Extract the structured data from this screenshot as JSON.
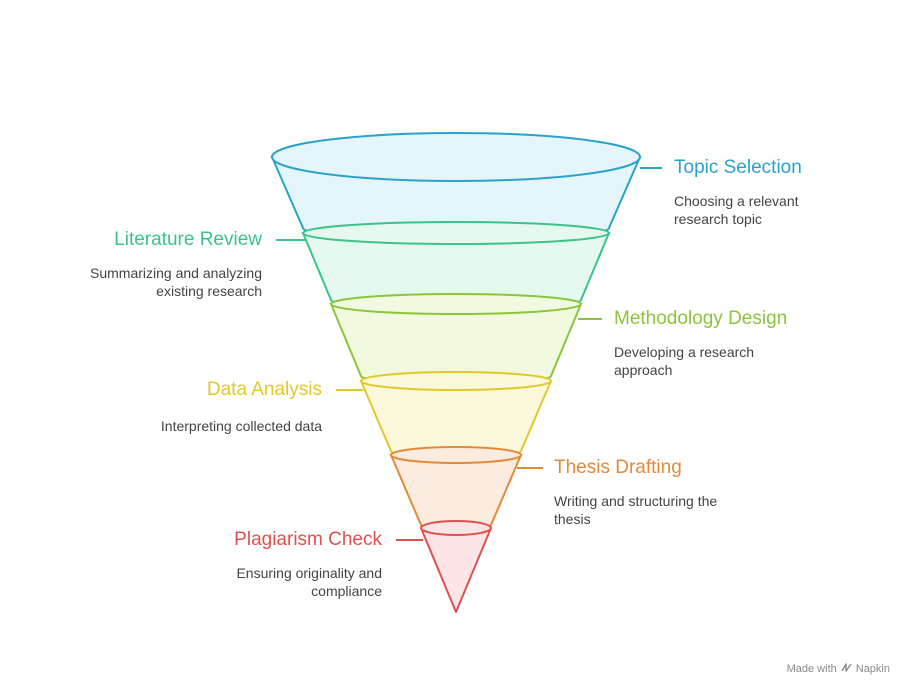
{
  "stages": [
    {
      "title": "Topic Selection",
      "description": "Choosing a relevant\nresearch topic",
      "color": "#29a3c9",
      "fill": "#e4f6fb"
    },
    {
      "title": "Literature Review",
      "description": "Summarizing and analyzing\nexisting research",
      "color": "#3ac48a",
      "fill": "#e6f9ef"
    },
    {
      "title": "Methodology Design",
      "description": "Developing a research\napproach",
      "color": "#8cc43b",
      "fill": "#f1fadf"
    },
    {
      "title": "Data Analysis",
      "description": "Interpreting collected data",
      "color": "#e3c82a",
      "fill": "#fcf8dc"
    },
    {
      "title": "Thesis Drafting",
      "description": "Writing and structuring the\nthesis",
      "color": "#e38a3a",
      "fill": "#fcebdf"
    },
    {
      "title": "Plagiarism Check",
      "description": "Ensuring originality and\ncompliance",
      "color": "#e05050",
      "fill": "#fde5e5"
    }
  ],
  "credit": {
    "made_with": "Made with",
    "brand": "Napkin",
    "icon": "napkin-logo-icon"
  }
}
